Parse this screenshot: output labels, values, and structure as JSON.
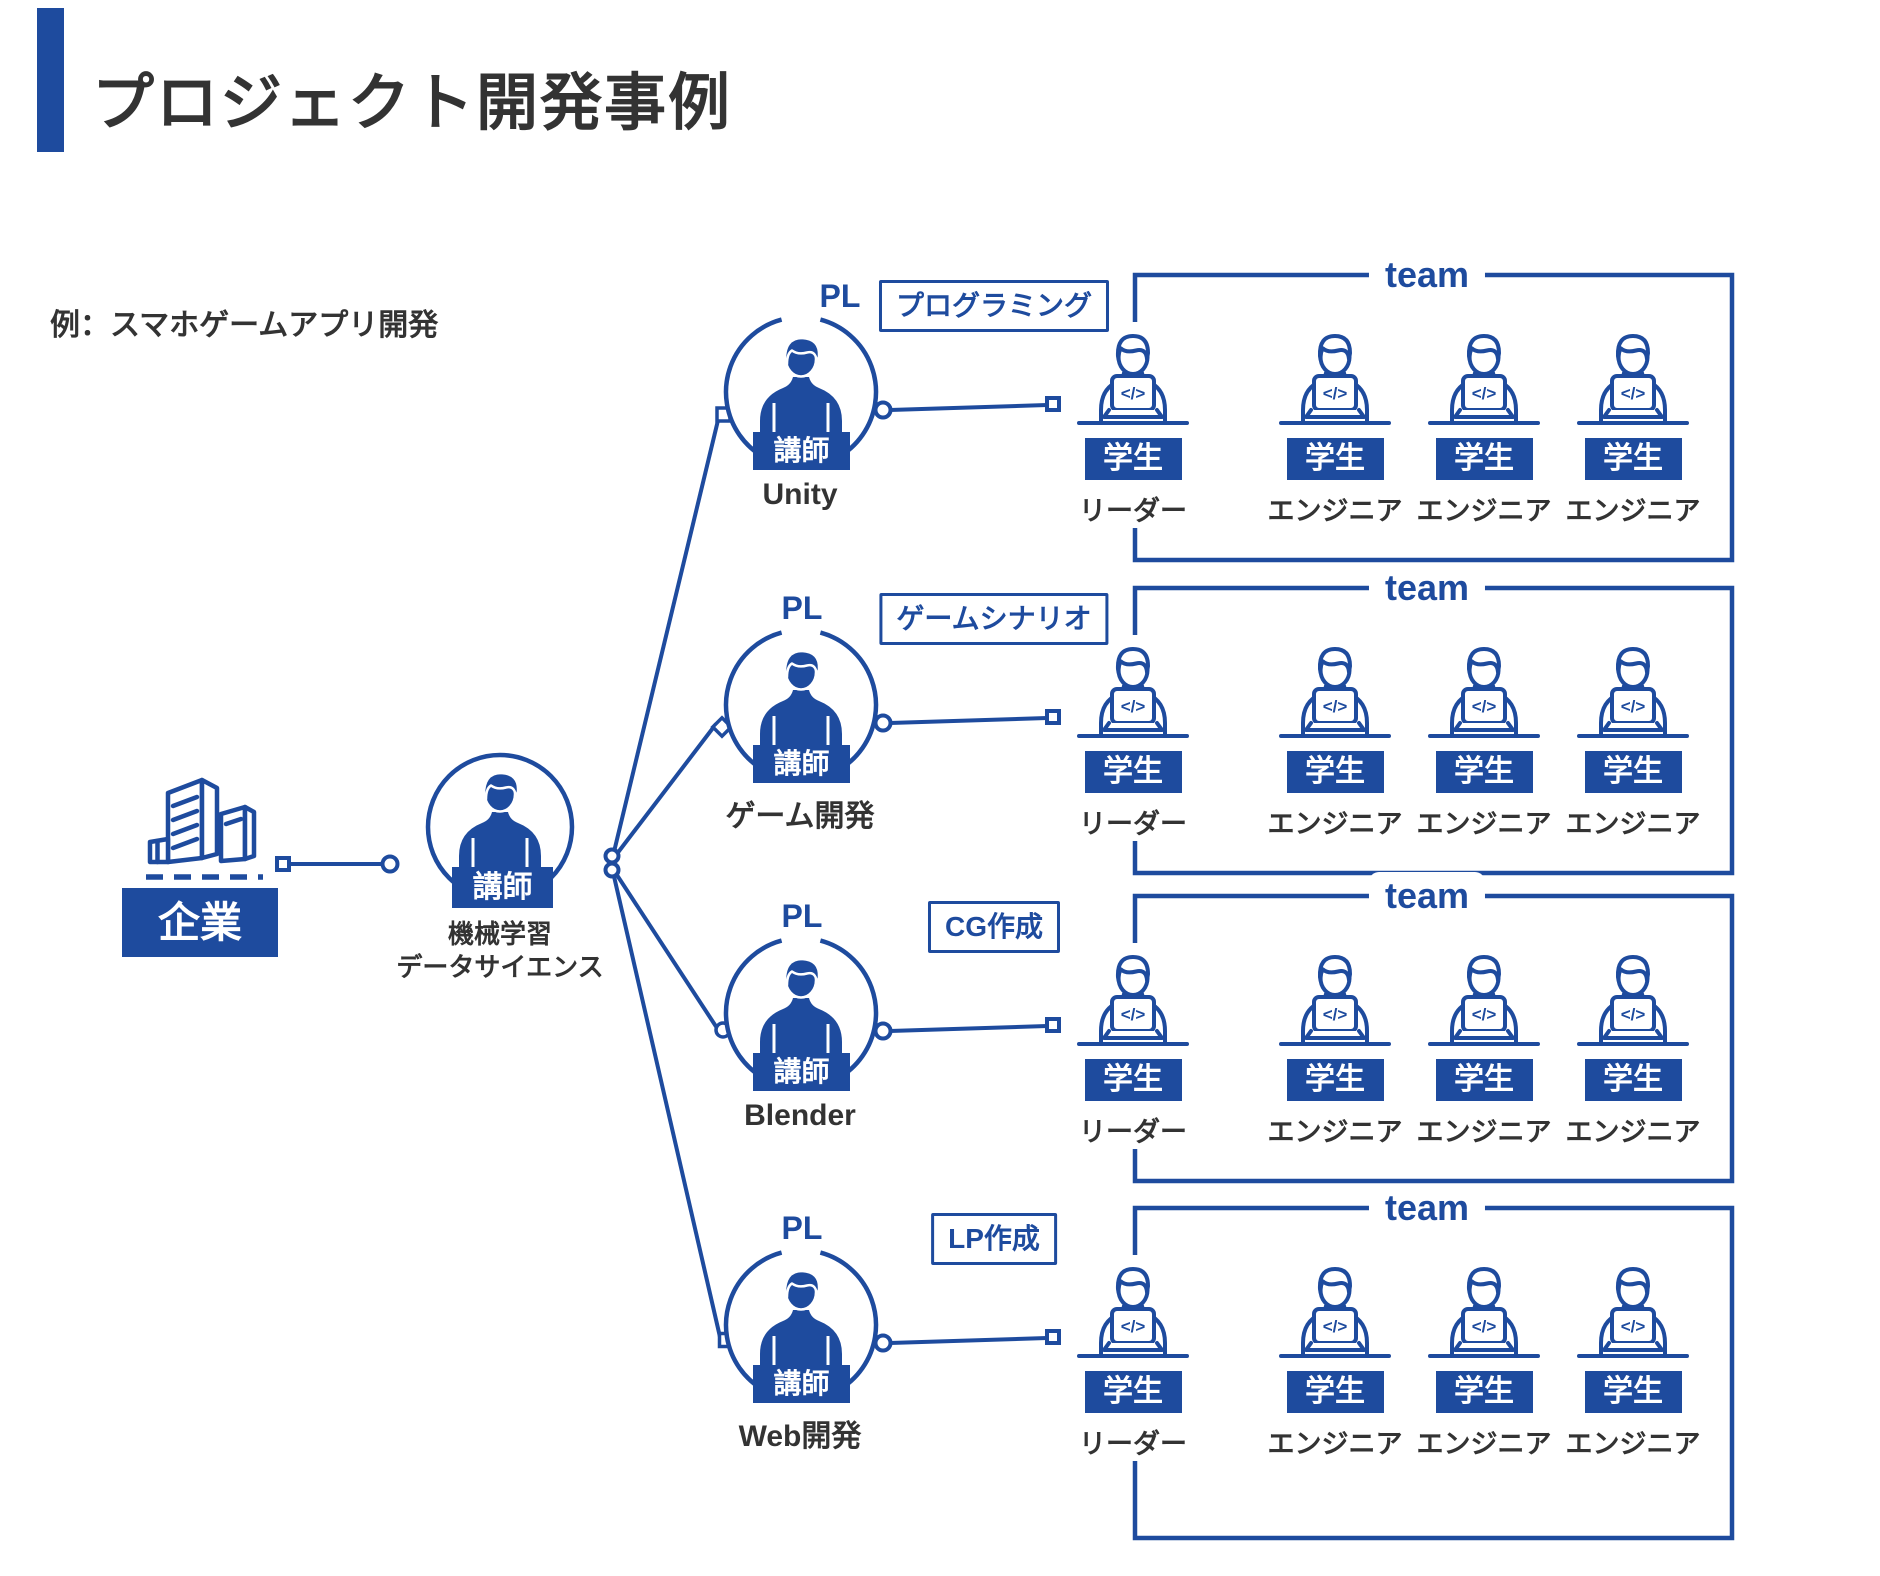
{
  "colors": {
    "primary": "#1e4b9e",
    "text_dark": "#333333"
  },
  "title": "プロジェクト開発事例",
  "subtitle": "例：スマホゲームアプリ開発",
  "company": {
    "label": "企業"
  },
  "lead_instructor": {
    "badge": "講師",
    "specialty_line1": "機械学習",
    "specialty_line2": "データサイエンス"
  },
  "pl_label": "PL",
  "team_label": "team",
  "instructor_badge": "講師",
  "student_badge": "学生",
  "rows": [
    {
      "topic": "プログラミング",
      "specialty": "Unity",
      "students": [
        {
          "role": "リーダー"
        },
        {
          "role": "エンジニア"
        },
        {
          "role": "エンジニア"
        },
        {
          "role": "エンジニア"
        }
      ]
    },
    {
      "topic": "ゲームシナリオ",
      "specialty": "ゲーム開発",
      "students": [
        {
          "role": "リーダー"
        },
        {
          "role": "エンジニア"
        },
        {
          "role": "エンジニア"
        },
        {
          "role": "エンジニア"
        }
      ]
    },
    {
      "topic": "CG作成",
      "specialty": "Blender",
      "students": [
        {
          "role": "リーダー"
        },
        {
          "role": "エンジニア"
        },
        {
          "role": "エンジニア"
        },
        {
          "role": "エンジニア"
        }
      ]
    },
    {
      "topic": "LP作成",
      "specialty": "Web開発",
      "students": [
        {
          "role": "リーダー"
        },
        {
          "role": "エンジニア"
        },
        {
          "role": "エンジニア"
        },
        {
          "role": "エンジニア"
        }
      ]
    }
  ]
}
